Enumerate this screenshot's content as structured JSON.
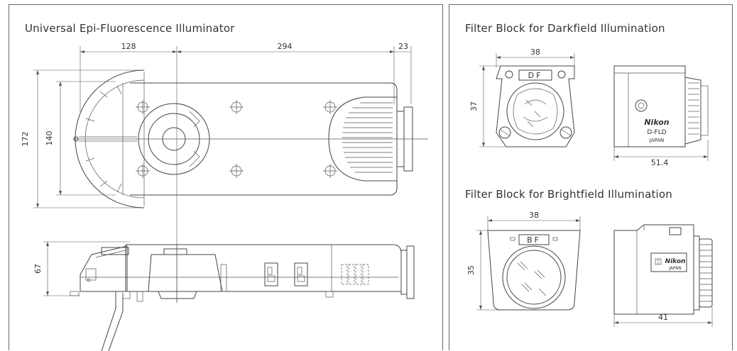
{
  "left_panel": {
    "title": "Universal Epi-Fluorescence Illuminator",
    "dims": {
      "d128": "128",
      "d294": "294",
      "d23": "23",
      "d172": "172",
      "d140": "140",
      "d67": "67"
    }
  },
  "right_panel": {
    "darkfield": {
      "title": "Filter Block for Darkfield Illumination",
      "width_label": "38",
      "height_label": "37",
      "depth_label": "51.4",
      "front_label": "DF",
      "brand": "Nikon",
      "model": "D-FLD",
      "origin": "JAPAN"
    },
    "brightfield": {
      "title": "Filter Block for Brightfield Illumination",
      "width_label": "38",
      "height_label": "35",
      "depth_label": "41",
      "front_label": "BF",
      "brand": "Nikon",
      "origin": "JAPAN"
    }
  }
}
